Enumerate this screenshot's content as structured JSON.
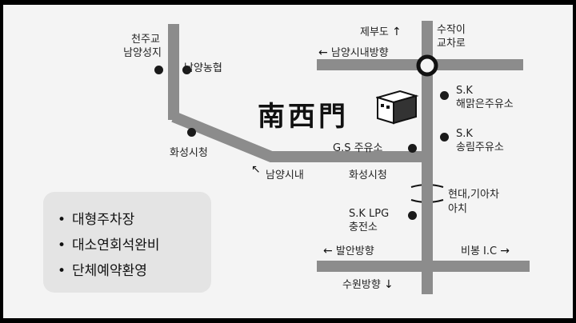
{
  "title": "南西門",
  "places": {
    "cheonjugyo": "천주교",
    "namyang_seongji": "남양성지",
    "namyang_nonghyup": "남양농협",
    "hwaseong_sicheong_left": "화성시청",
    "namyang_sinae": "남양시내",
    "gs_station": "G.S 주유소",
    "hwaseong_sicheong_right": "화성시청",
    "sk_haemalgeun_1": "S.K",
    "sk_haemalgeun_2": "해맑은주유소",
    "sk_songrim_1": "S.K",
    "sk_songrim_2": "송림주유소",
    "hyundai_kia_1": "현대,기아차",
    "hyundai_kia_2": "아치",
    "sk_lpg_1": "S.K LPG",
    "sk_lpg_2": "충전소",
    "jebudo": "제부도",
    "sujak_1": "수작이",
    "sujak_2": "교차로",
    "namyang_direction": "남양시내방향",
    "balan_direction": "발안방향",
    "bibong_ic": "비봉 I.C",
    "suwon_direction": "수원방향"
  },
  "arrows": {
    "up": "↑",
    "down": "↓",
    "left": "←",
    "right": "→",
    "up_left": "↖"
  },
  "legend": {
    "bullet": "•",
    "items": [
      "대형주차장",
      "대소연회석완비",
      "단체예약환영"
    ]
  },
  "colors": {
    "road": "#8c8c8c",
    "background": "#f4f4f4",
    "legend_bg": "#e4e4e4",
    "border": "#000000"
  }
}
